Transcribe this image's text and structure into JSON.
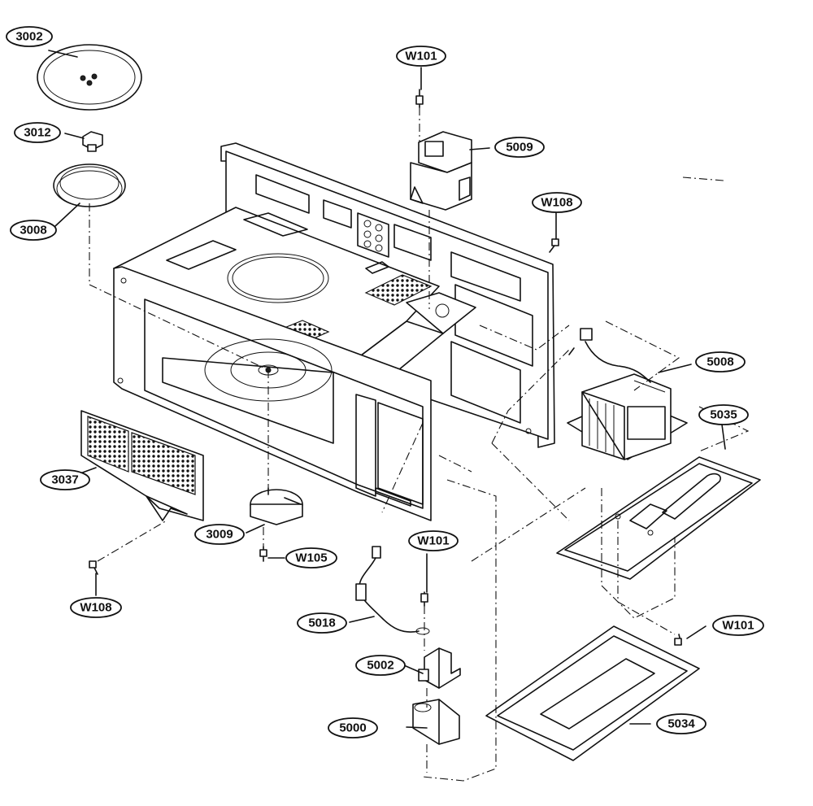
{
  "parts": [
    {
      "id": "p3002",
      "label": "3002"
    },
    {
      "id": "p3012",
      "label": "3012"
    },
    {
      "id": "p3008",
      "label": "3008"
    },
    {
      "id": "pW101a",
      "label": "W101"
    },
    {
      "id": "p5009",
      "label": "5009"
    },
    {
      "id": "pW108a",
      "label": "W108"
    },
    {
      "id": "p5008",
      "label": "5008"
    },
    {
      "id": "p5035",
      "label": "5035"
    },
    {
      "id": "p3037",
      "label": "3037"
    },
    {
      "id": "p3009",
      "label": "3009"
    },
    {
      "id": "pW105",
      "label": "W105"
    },
    {
      "id": "pW101b",
      "label": "W101"
    },
    {
      "id": "pW108b",
      "label": "W108"
    },
    {
      "id": "p5018",
      "label": "5018"
    },
    {
      "id": "p5002",
      "label": "5002"
    },
    {
      "id": "p5000",
      "label": "5000"
    },
    {
      "id": "pW101c",
      "label": "W101"
    },
    {
      "id": "p5034",
      "label": "5034"
    }
  ]
}
